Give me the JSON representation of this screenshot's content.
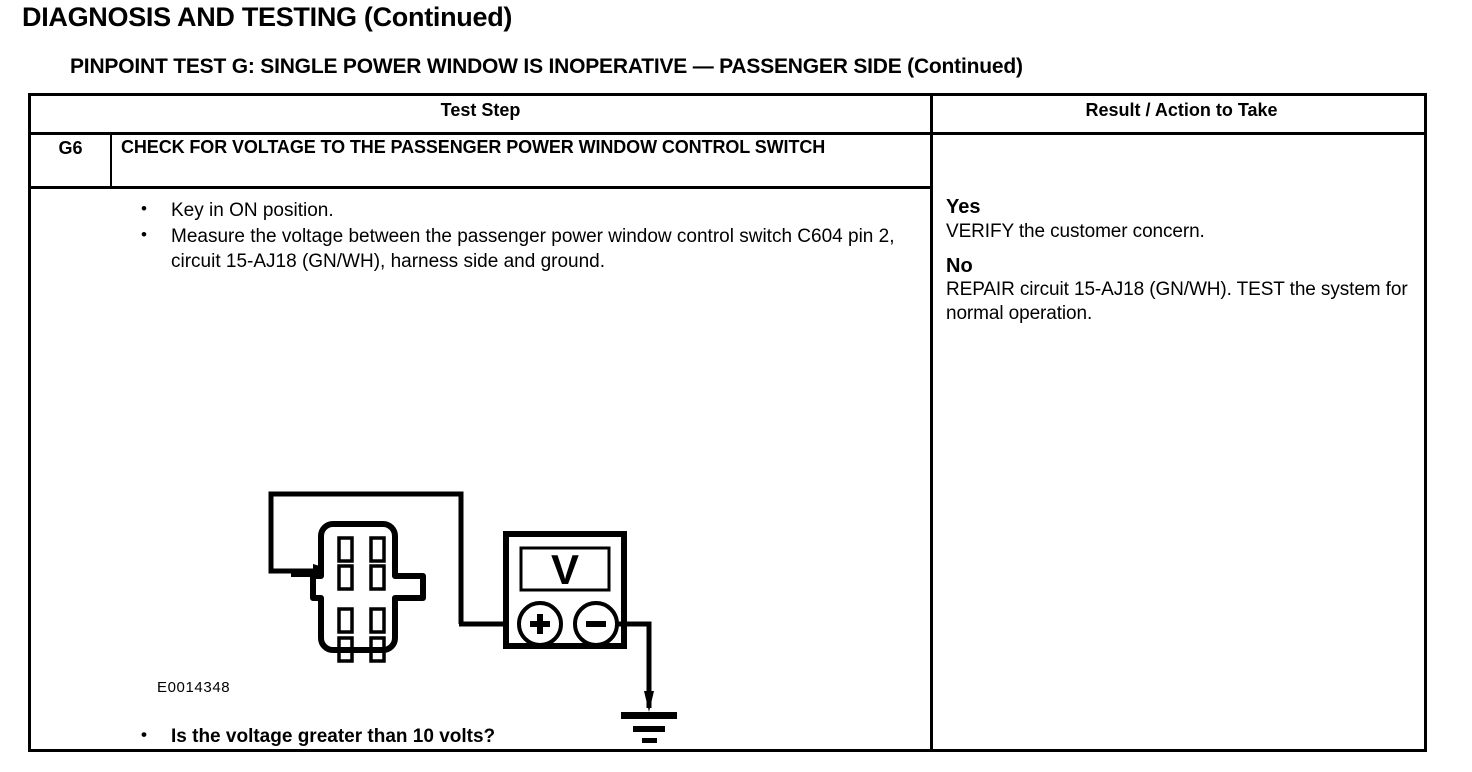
{
  "page": {
    "title": "DIAGNOSIS AND TESTING (Continued)",
    "subtitle": "PINPOINT TEST  G: SINGLE POWER WINDOW IS INOPERATIVE — PASSENGER SIDE (Continued)"
  },
  "table": {
    "headers": {
      "test_step": "Test Step",
      "result_action": "Result / Action to Take"
    },
    "step": {
      "id": "G6",
      "title": "CHECK FOR VOLTAGE TO THE PASSENGER POWER WINDOW CONTROL SWITCH",
      "instructions": [
        "Key in ON position.",
        "Measure the voltage between the passenger power window control switch C604 pin 2, circuit 15-AJ18 (GN/WH), harness side and ground."
      ],
      "question": "Is the voltage greater than 10 volts?",
      "bullet_glyph": "•"
    },
    "results": [
      {
        "label": "Yes",
        "text": "VERIFY the customer concern."
      },
      {
        "label": "No",
        "text": "REPAIR circuit 15-AJ18 (GN/WH). TEST the system for normal operation."
      }
    ]
  },
  "figure": {
    "id": "E0014348",
    "meter_symbol": "V",
    "positive_terminal": "+",
    "negative_terminal": "−",
    "description": "Voltmeter connected between connector C604 pin 2 and ground"
  },
  "colors": {
    "ink": "#000000",
    "paper": "#ffffff"
  }
}
